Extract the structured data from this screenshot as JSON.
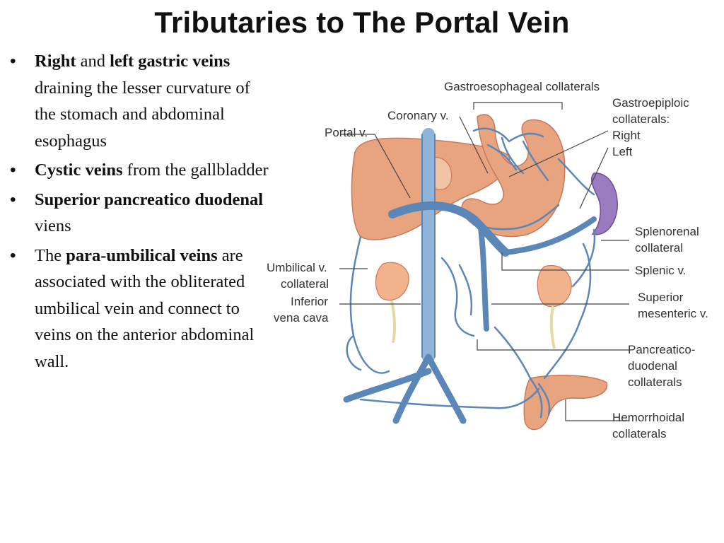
{
  "title": "Tributaries to The Portal Vein",
  "bullets": [
    {
      "parts": [
        {
          "text": "Right",
          "bold": true
        },
        {
          "text": " and ",
          "bold": false
        },
        {
          "text": "left gastric veins",
          "bold": true
        },
        {
          "text": " draining the lesser curvature of the stomach and abdominal esophagus",
          "bold": false
        }
      ]
    },
    {
      "parts": [
        {
          "text": "Cystic veins",
          "bold": true
        },
        {
          "text": " from the gallbladder",
          "bold": false
        }
      ]
    },
    {
      "parts": [
        {
          "text": "Superior pancreatico duodenal",
          "bold": true
        },
        {
          "text": " viens",
          "bold": false
        }
      ]
    },
    {
      "parts": [
        {
          "text": "The ",
          "bold": false
        },
        {
          "text": "para-umbilical veins",
          "bold": true
        },
        {
          "text": " are associated with the obliterated umbilical vein and connect to veins on the anterior abdominal wall.",
          "bold": false
        }
      ]
    }
  ],
  "diagram": {
    "labels": {
      "gastroesophageal": "Gastroesophageal collaterals",
      "coronary": "Coronary v.",
      "portal": "Portal v.",
      "gastroepiploic_1": "Gastroepiploic",
      "gastroepiploic_2": "collaterals:",
      "right": "Right",
      "left": "Left",
      "splenorenal_1": "Splenorenal",
      "splenorenal_2": "collateral",
      "splenic": "Splenic v.",
      "umbilical_1": "Umbilical v.",
      "umbilical_2": "collateral",
      "ivc_1": "Inferior",
      "ivc_2": "vena cava",
      "sup_mesenteric_1": "Superior",
      "sup_mesenteric_2": "mesenteric v.",
      "pancreatico_1": "Pancreatico-",
      "pancreatico_2": "duodenal",
      "pancreatico_3": "collaterals",
      "hemorrhoidal_1": "Hemorrhoidal",
      "hemorrhoidal_2": "collaterals"
    },
    "colors": {
      "vein": "#5b87b8",
      "organ": "#e8a47f",
      "spleen": "#9b7bbf",
      "vena_cava": "#8fb3d9"
    }
  }
}
